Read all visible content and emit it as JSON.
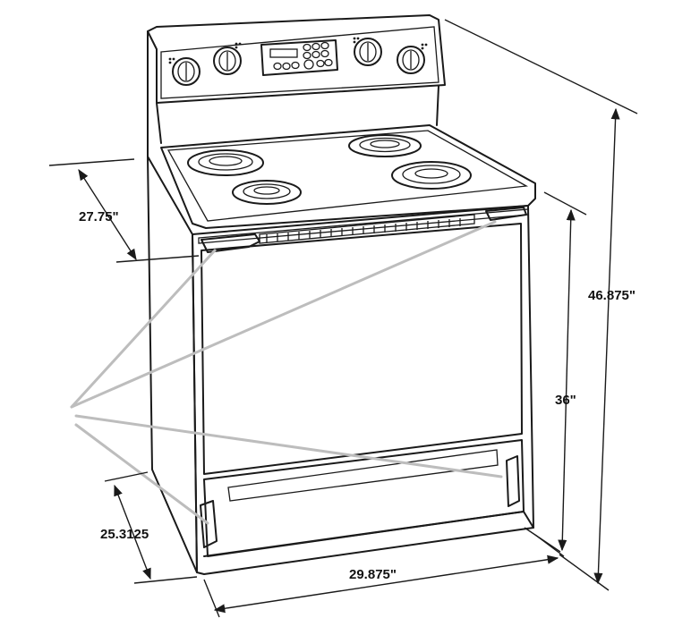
{
  "dimensions": {
    "depth_top": "27.75\"",
    "depth_bottom": "25.3125",
    "width": "29.875\"",
    "counter_height": "36\"",
    "overall_height": "46.875\""
  },
  "colors": {
    "line": "#1a1a1a",
    "callout": "#bdbdbd",
    "background": "#ffffff"
  }
}
